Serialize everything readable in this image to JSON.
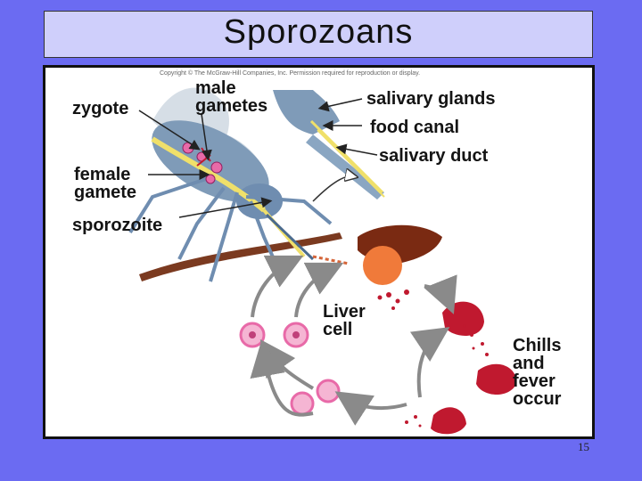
{
  "slide": {
    "title": "Sporozoans",
    "page_number": "15"
  },
  "figure": {
    "copyright": "Copyright © The McGraw-Hill Companies, Inc. Permission required for reproduction or display.",
    "labels": {
      "zygote": "zygote",
      "male_gametes": "male\ngametes",
      "female_gamete": "female\ngamete",
      "sporozoite": "sporozoite",
      "salivary_glands": "salivary glands",
      "food_canal": "food canal",
      "salivary_duct": "salivary duct",
      "liver_cell": "Liver\ncell",
      "chills_fever": "Chills\nand\nfever\noccur"
    }
  },
  "colors": {
    "background": "#6b6bf2",
    "title_box": "#cfcffb",
    "mosquito_body": "#7f9bb8",
    "gut_yellow": "#f0e06a",
    "blood_red": "#c0192f",
    "liver_brown": "#7a2a12",
    "parasite_pink": "#e86aa8",
    "arrow_gray": "#8a8a8a"
  }
}
